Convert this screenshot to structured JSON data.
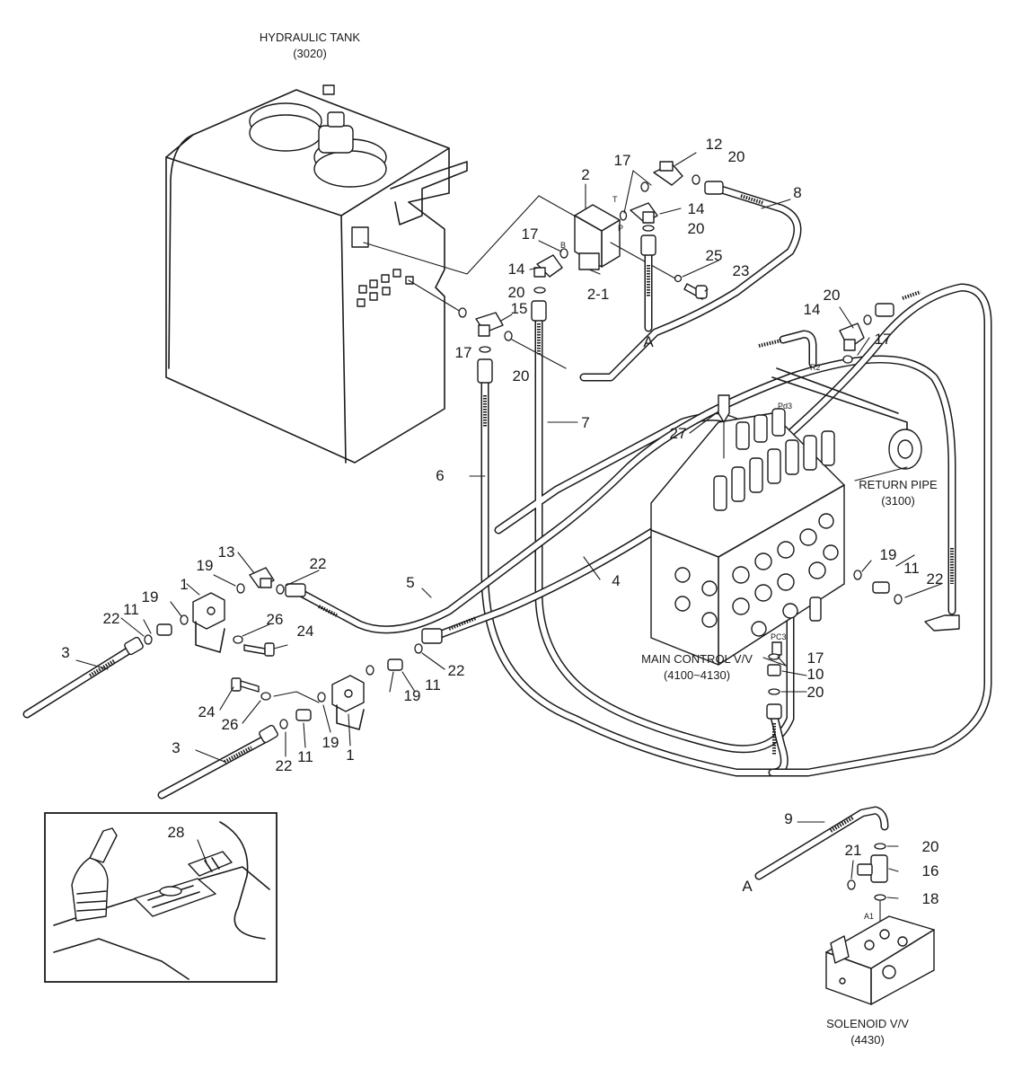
{
  "labels": {
    "hydraulic_tank": "HYDRAULIC TANK",
    "hydraulic_tank_code": "(3020)",
    "return_pipe": "RETURN PIPE",
    "return_pipe_code": "(3100)",
    "main_control_valve": "MAIN CONTROL V/V",
    "main_control_valve_code": "(4100~4130)",
    "solenoid_valve": "SOLENOID V/V",
    "solenoid_valve_code": "(4430)"
  },
  "port_marks": {
    "t": "T",
    "p": "P",
    "b": "B",
    "r2": "R2",
    "pd3": "Pd3",
    "pc3": "PC3",
    "a1": "A1"
  },
  "hose_connector_a": "A",
  "callouts": {
    "c1a": "1",
    "c1b": "1",
    "c2": "2",
    "c2_1": "2-1",
    "c3a": "3",
    "c3b": "3",
    "c4": "4",
    "c5": "5",
    "c6": "6",
    "c7": "7",
    "c8": "8",
    "c9": "9",
    "c10": "10",
    "c11a": "11",
    "c11b": "11",
    "c11c": "11",
    "c11d": "11",
    "c12": "12",
    "c13": "13",
    "c14a": "14",
    "c14b": "14",
    "c14c": "14",
    "c15": "15",
    "c16": "16",
    "c17a": "17",
    "c17b": "17",
    "c17c": "17",
    "c17d": "17",
    "c17e": "17",
    "c18": "18",
    "c19a": "19",
    "c19b": "19",
    "c19c": "19",
    "c19d": "19",
    "c19e": "19",
    "c20a": "20",
    "c20b": "20",
    "c20c": "20",
    "c20d": "20",
    "c20e": "20",
    "c20f": "20",
    "c20g": "20",
    "c21": "21",
    "c22a": "22",
    "c22b": "22",
    "c22c": "22",
    "c22d": "22",
    "c22e": "22",
    "c23": "23",
    "c24a": "24",
    "c24b": "24",
    "c25": "25",
    "c26a": "26",
    "c26b": "26",
    "c27": "27",
    "c28": "28"
  }
}
